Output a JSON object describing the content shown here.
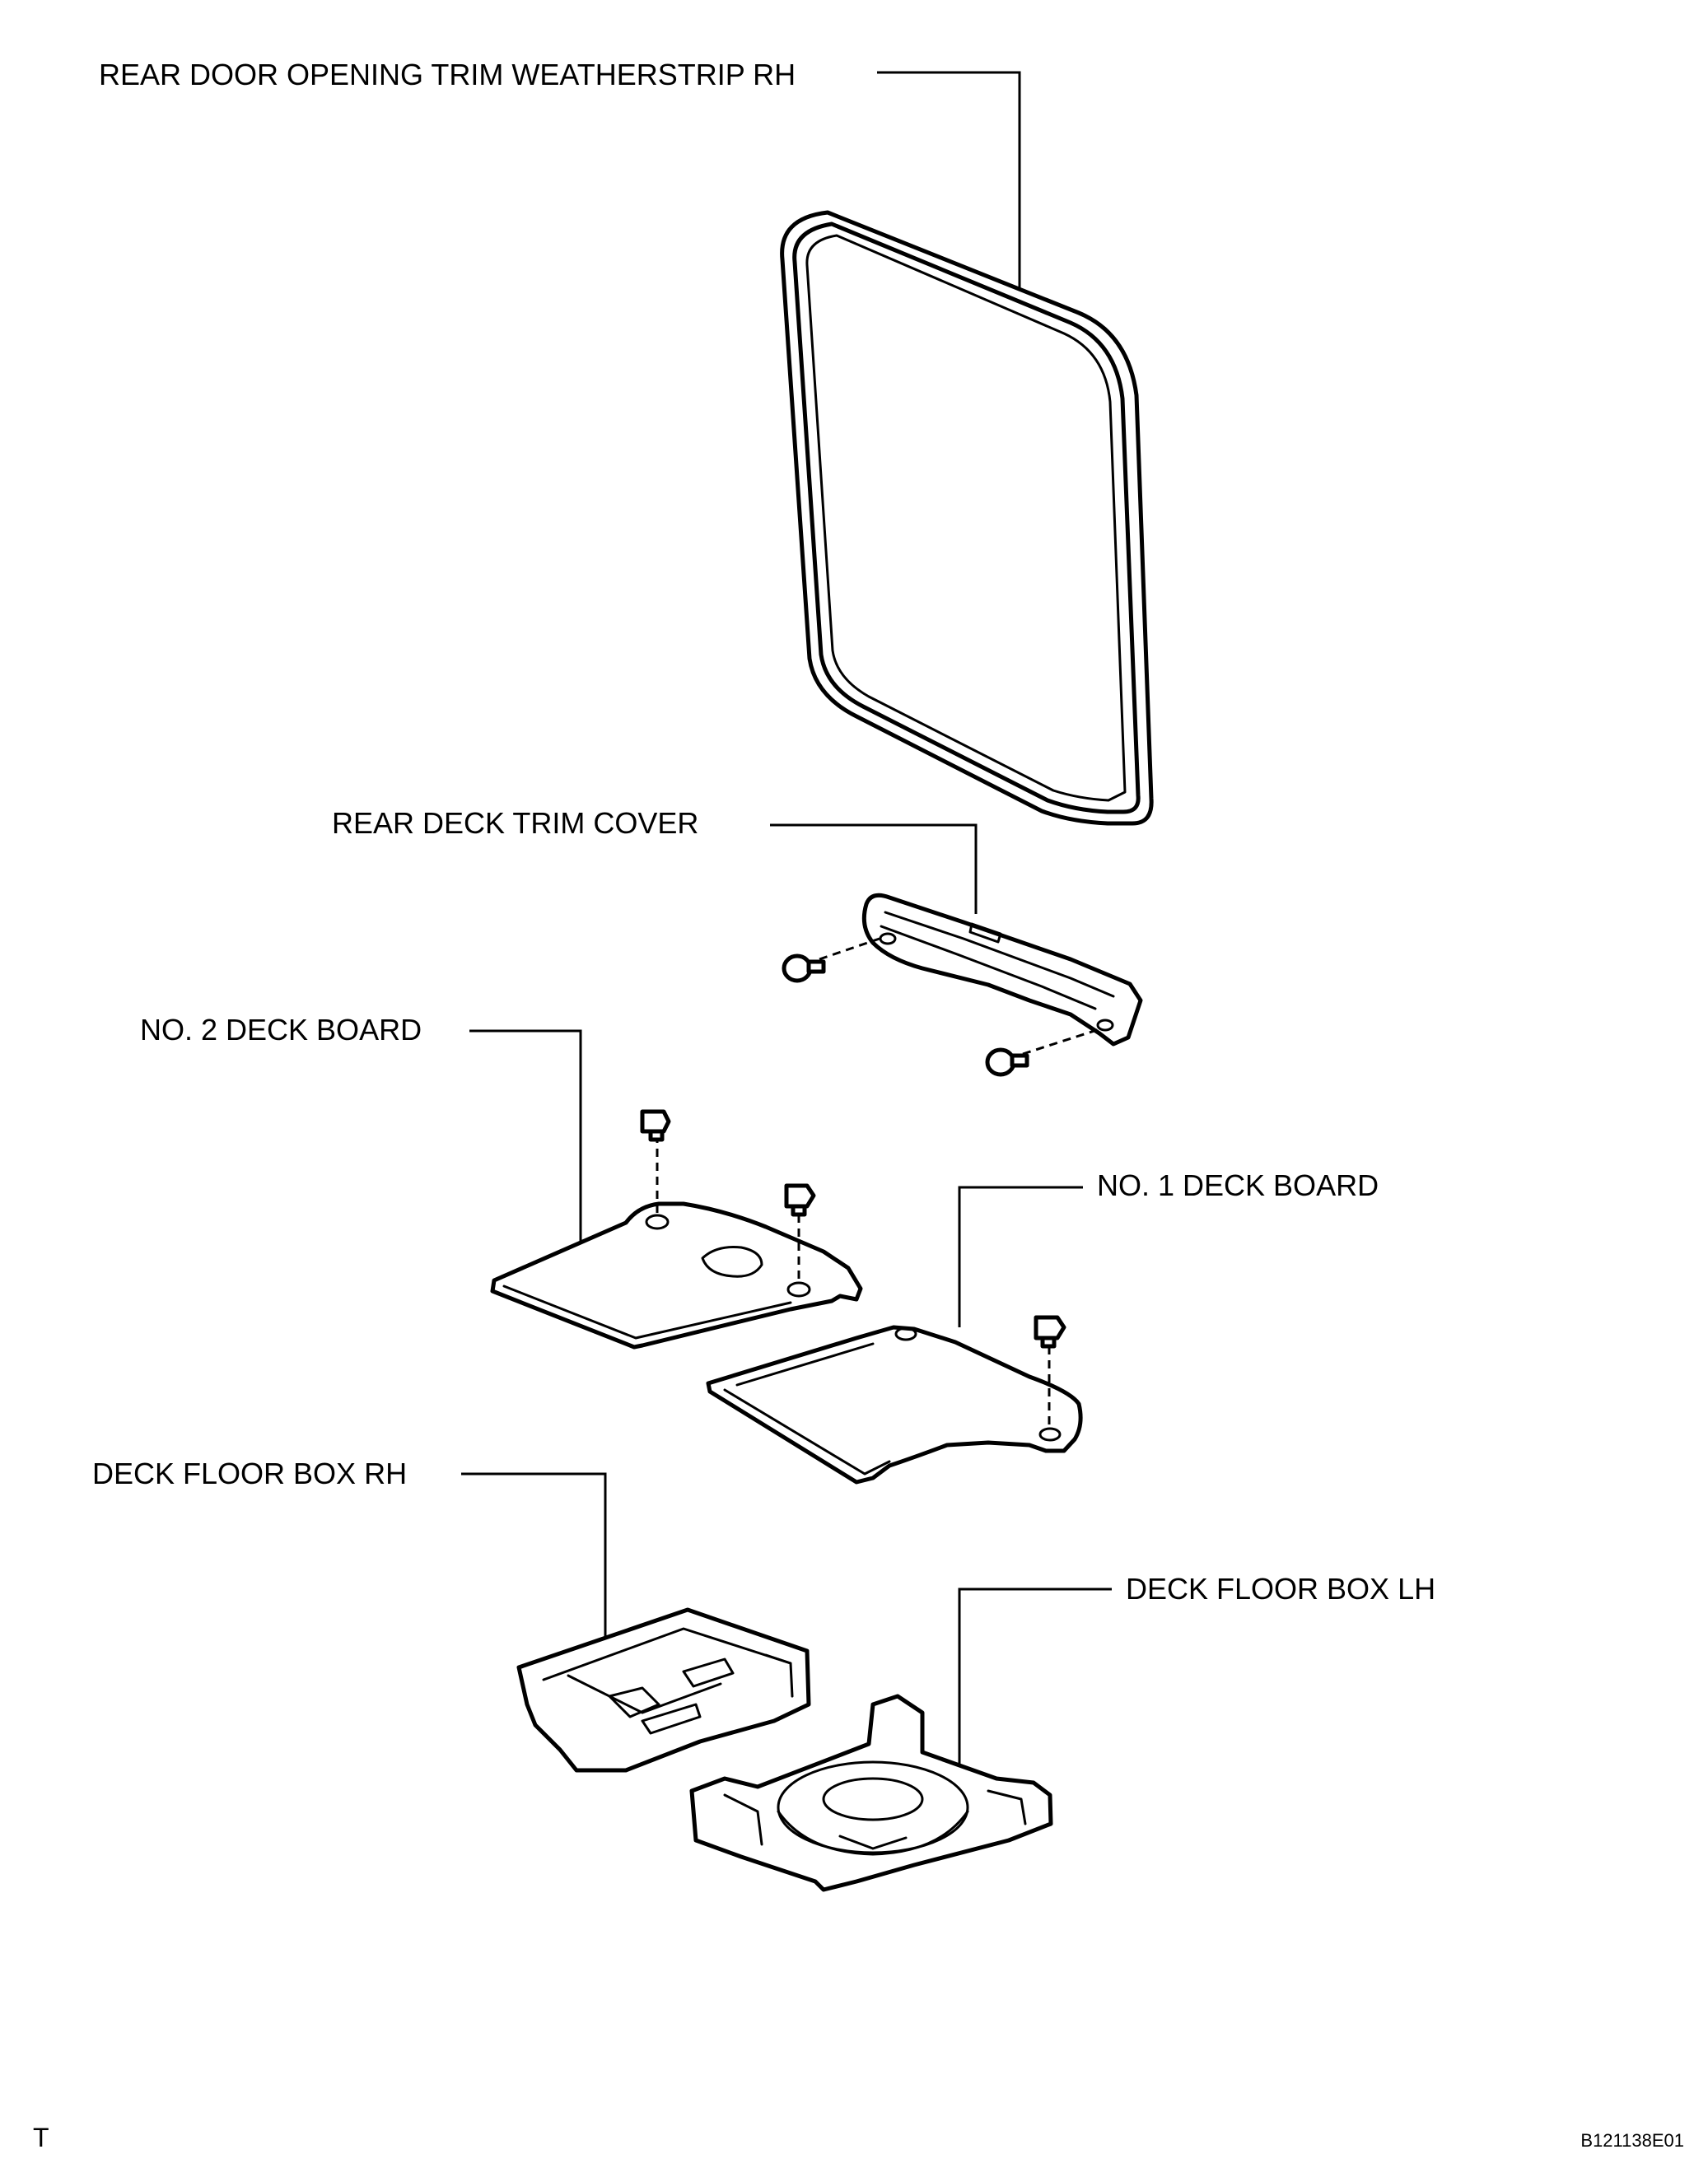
{
  "labels": {
    "weatherstrip": "REAR DOOR OPENING TRIM WEATHERSTRIP RH",
    "trim_cover": "REAR DECK TRIM COVER",
    "no2_deck_board": "NO. 2 DECK BOARD",
    "no1_deck_board": "NO. 1 DECK BOARD",
    "floor_box_rh": "DECK FLOOR BOX RH",
    "floor_box_lh": "DECK FLOOR BOX LH"
  },
  "footer": {
    "left_code": "T",
    "figure_id": "B121138E01"
  }
}
